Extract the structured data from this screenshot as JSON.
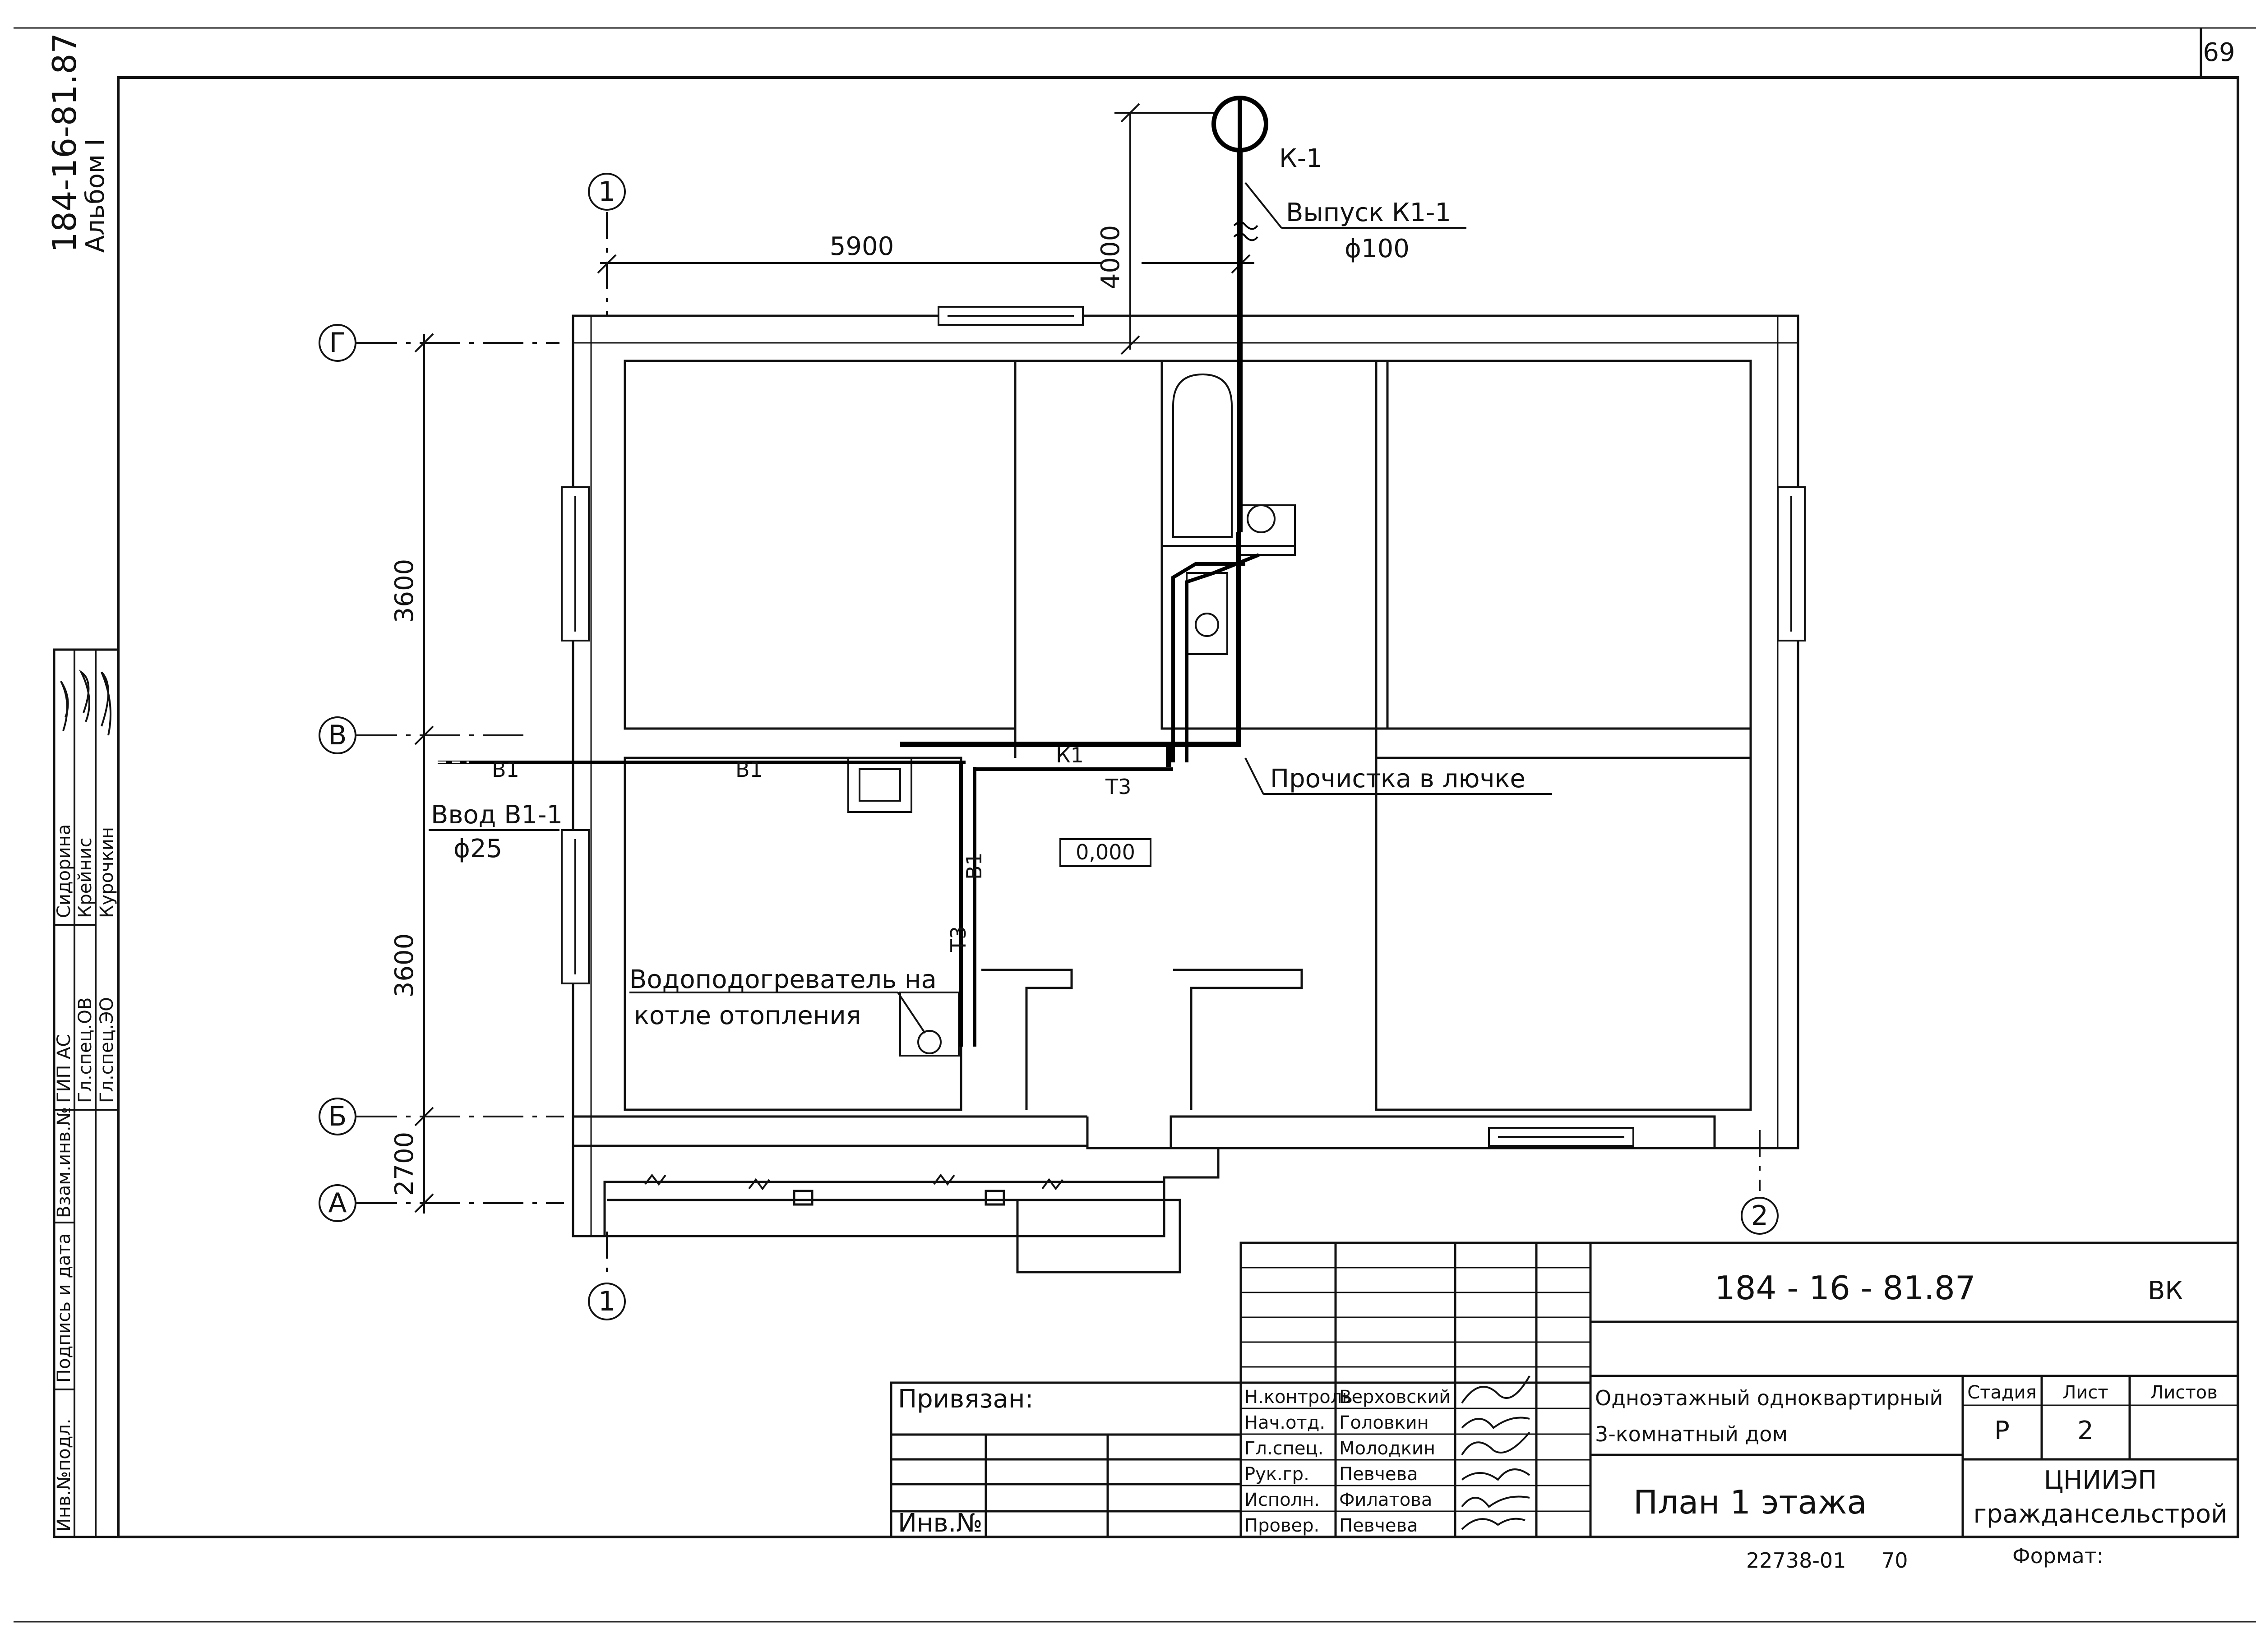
{
  "sheet": {
    "page_number": "69",
    "album_code": "184-16-81.87",
    "album_label": "Альбом I"
  },
  "axes": {
    "axis_1": "1",
    "axis_2": "2",
    "axis_A": "А",
    "axis_B": "Б",
    "axis_V": "В",
    "axis_G": "Г"
  },
  "dimensions": {
    "d_5900": "5900",
    "d_4000": "4000",
    "d_3600_top": "3600",
    "d_3600_bottom": "3600",
    "d_2700": "2700"
  },
  "annotations": {
    "sewer_well": "К-1",
    "outlet_title": "Выпуск К1-1",
    "outlet_diameter": "ϕ100",
    "inlet_title": "Ввод В1-1",
    "inlet_diameter": "ϕ25",
    "cleanout": "Прочистка в лючке",
    "water_heater_line1": "Водоподогреватель на",
    "water_heater_line2": "котле отопления",
    "floor_level": "0,000",
    "pipe_B1_a": "В1",
    "pipe_B1_b": "В1",
    "pipe_B1_c": "В1",
    "pipe_K1": "К1",
    "pipe_T3_a": "Т3",
    "pipe_T3_b": "Т3"
  },
  "left_stamp": {
    "labels": [
      "Инв.№подл.",
      "Подпись и дата",
      "Взам.инв.№"
    ],
    "roles": [
      "ГИП АС",
      "Гл.спец.ОВ",
      "Гл.спец.ЭО"
    ],
    "names": [
      "Сидорина",
      "Крейнис",
      "Курочкин"
    ]
  },
  "title_block": {
    "doc_code": "184 - 16 - 81.87",
    "section": "ВК",
    "bound_label": "Привязан:",
    "inv_label": "Инв.№",
    "roles": [
      "Н.контроль",
      "Нач.отд.",
      "Гл.спец.",
      "Рук.гр.",
      "Исполн.",
      "Провер."
    ],
    "names": [
      "Верховский",
      "Головкин",
      "Молодкин",
      "Певчева",
      "Филатова",
      "Певчева"
    ],
    "project_line1": "Одноэтажный одноквартирный",
    "project_line2": "3-комнатный дом",
    "sheet_title": "План 1 этажа",
    "stage_header": "Стадия",
    "sheet_header": "Лист",
    "sheets_header": "Листов",
    "stage_value": "Р",
    "sheet_value": "2",
    "org_line1": "ЦНИИЭП",
    "org_line2": "граждансельстрой",
    "format_label": "Формат:",
    "order_number": "22738-01",
    "order_suffix": "70"
  }
}
